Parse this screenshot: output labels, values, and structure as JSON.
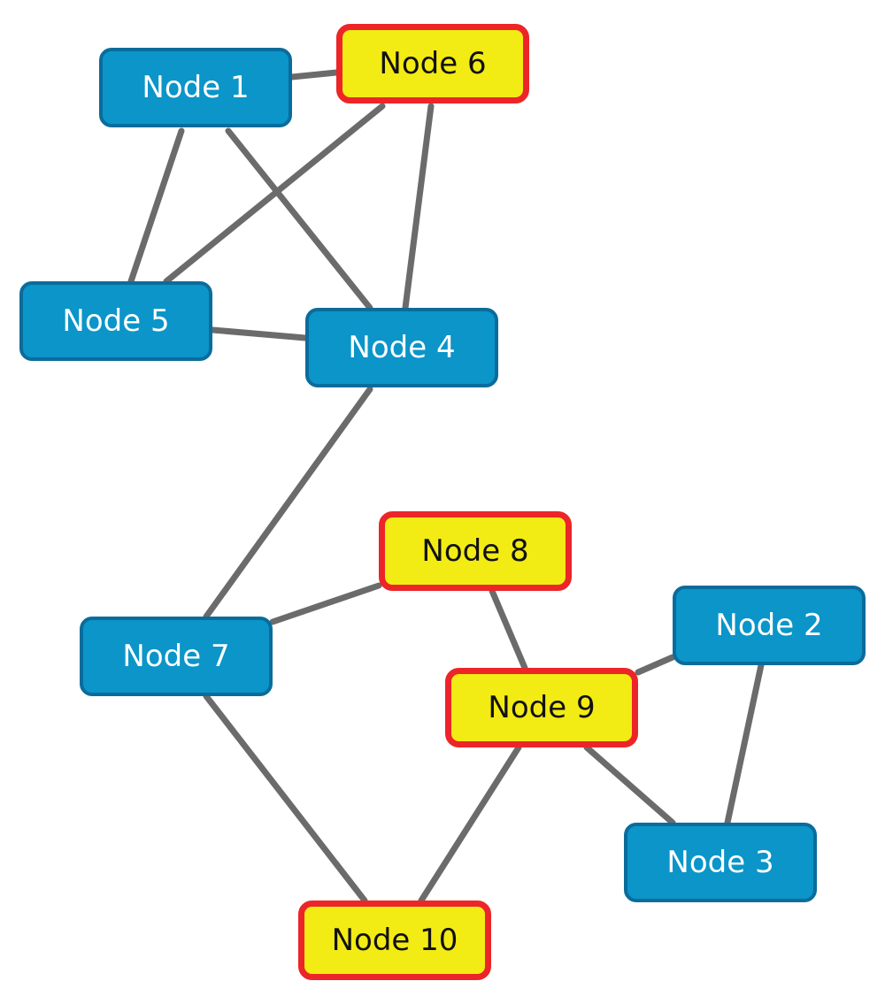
{
  "palette": {
    "normal_fill": "#0b95c9",
    "normal_stroke": "#0b6c9b",
    "normal_text": "#ffffff",
    "highlight_fill": "#f3eb14",
    "highlight_stroke": "#ec2529",
    "highlight_text": "#111111",
    "edge": "#6b6b6b"
  },
  "nodes": [
    {
      "id": "n1",
      "label": "Node 1",
      "highlighted": false
    },
    {
      "id": "n2",
      "label": "Node 2",
      "highlighted": false
    },
    {
      "id": "n3",
      "label": "Node 3",
      "highlighted": false
    },
    {
      "id": "n4",
      "label": "Node 4",
      "highlighted": false
    },
    {
      "id": "n5",
      "label": "Node 5",
      "highlighted": false
    },
    {
      "id": "n6",
      "label": "Node 6",
      "highlighted": true
    },
    {
      "id": "n7",
      "label": "Node 7",
      "highlighted": false
    },
    {
      "id": "n8",
      "label": "Node 8",
      "highlighted": true
    },
    {
      "id": "n9",
      "label": "Node 9",
      "highlighted": true
    },
    {
      "id": "n10",
      "label": "Node 10",
      "highlighted": true
    }
  ],
  "edges": [
    [
      "n1",
      "n6"
    ],
    [
      "n1",
      "n5"
    ],
    [
      "n1",
      "n4"
    ],
    [
      "n6",
      "n5"
    ],
    [
      "n6",
      "n4"
    ],
    [
      "n5",
      "n4"
    ],
    [
      "n4",
      "n7"
    ],
    [
      "n7",
      "n8"
    ],
    [
      "n7",
      "n10"
    ],
    [
      "n8",
      "n9"
    ],
    [
      "n9",
      "n2"
    ],
    [
      "n9",
      "n3"
    ],
    [
      "n9",
      "n10"
    ],
    [
      "n2",
      "n3"
    ]
  ]
}
